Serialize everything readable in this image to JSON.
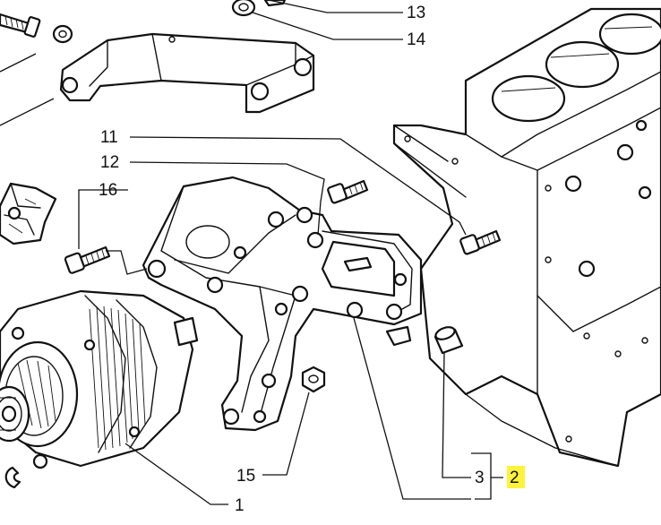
{
  "callouts": {
    "c13": "13",
    "c14": "14",
    "c11": "11",
    "c12": "12",
    "c16": "16",
    "c15": "15",
    "c1": "1",
    "c3": "3",
    "c2": "2"
  },
  "colors": {
    "line": "#111111",
    "background": "#ffffff",
    "highlight": "#fdf33b"
  }
}
